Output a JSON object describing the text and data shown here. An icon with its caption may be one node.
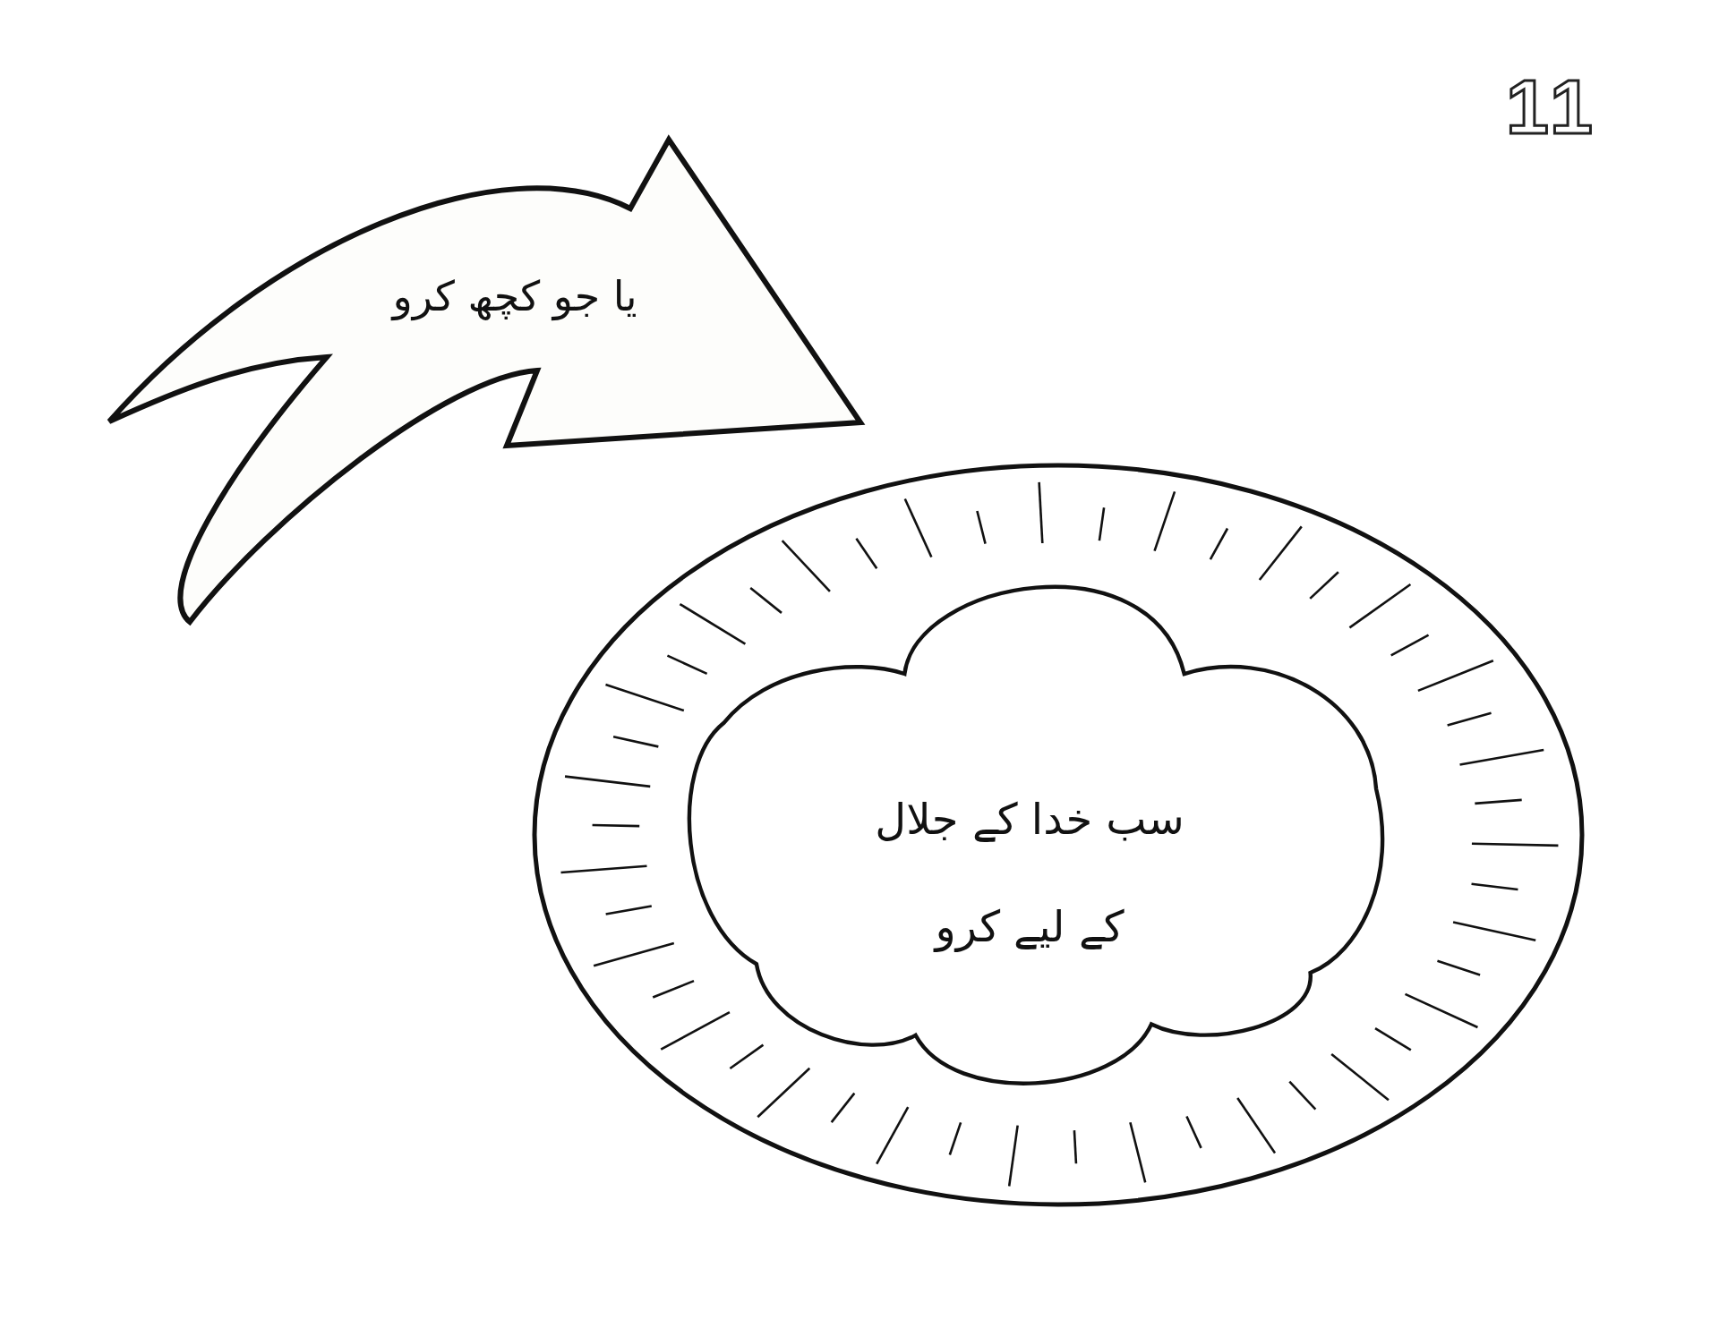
{
  "diagram": {
    "nodes": [
      {
        "text": [
          "یا جو کچھ کرو"
        ]
      },
      {
        "text": [],
        "shape": "ellipse"
      },
      {
        "text": [
          "سب خدا کے جلال کے لیے کرو"
        ],
        "in": 1
      }
    ],
    "labels": [
      "11"
    ]
  }
}
